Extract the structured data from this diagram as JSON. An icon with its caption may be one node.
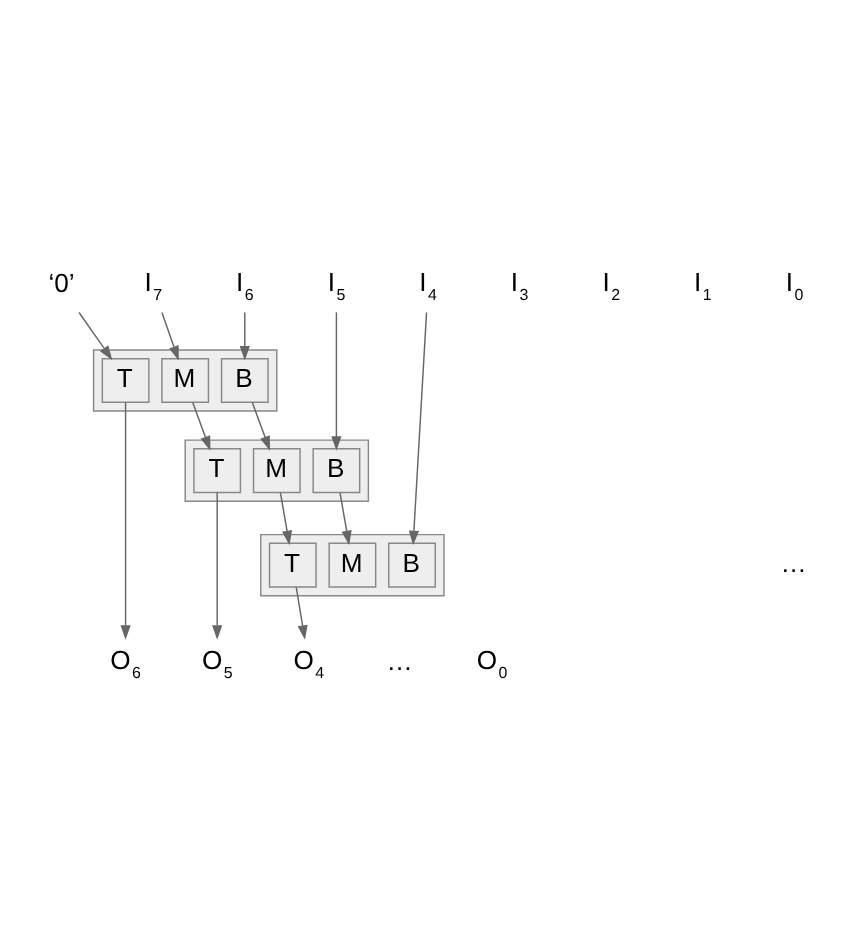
{
  "diagram": {
    "nodes": [
      {
        "text": [
          "‘0’"
        ]
      },
      {
        "text": [
          "I$_{7}$"
        ]
      },
      {
        "text": [
          "I$_{6}$"
        ]
      },
      {
        "text": [
          "I$_{5}$"
        ]
      },
      {
        "text": [
          "I$_{4}$"
        ]
      },
      {
        "text": [],
        "shape": "box"
      },
      {
        "text": [
          "T"
        ],
        "in": 5
      },
      {
        "text": [
          "M"
        ],
        "in": 5
      },
      {
        "text": [
          "B"
        ],
        "in": 5
      },
      {
        "text": [],
        "shape": "box"
      },
      {
        "text": [
          "T"
        ],
        "in": 9
      },
      {
        "text": [
          "M"
        ],
        "in": 9
      },
      {
        "text": [
          "B"
        ],
        "in": 9
      },
      {
        "text": [],
        "shape": "box"
      },
      {
        "text": [
          "T"
        ],
        "in": 13
      },
      {
        "text": [
          "M"
        ],
        "in": 13
      },
      {
        "text": [
          "B"
        ],
        "in": 13
      },
      {
        "text": [
          "O$_{6}$"
        ]
      },
      {
        "text": [
          "O$_{5}$"
        ]
      },
      {
        "text": [
          "O$_{4}$"
        ]
      }
    ],
    "edges": [
      {
        "from": 0,
        "to": 6,
        "arrow": "to"
      },
      {
        "from": 1,
        "to": 7,
        "arrow": "to"
      },
      {
        "from": 2,
        "to": 8,
        "arrow": "to"
      },
      {
        "from": 7,
        "to": 10,
        "arrow": "to"
      },
      {
        "from": 8,
        "to": 11,
        "arrow": "to"
      },
      {
        "from": 3,
        "to": 12,
        "arrow": "to"
      },
      {
        "from": 11,
        "to": 14,
        "arrow": "to"
      },
      {
        "from": 12,
        "to": 15,
        "arrow": "to"
      },
      {
        "from": 4,
        "to": 16,
        "arrow": "to"
      },
      {
        "from": 6,
        "to": 17,
        "arrow": "to"
      },
      {
        "from": 10,
        "to": 18,
        "arrow": "to"
      },
      {
        "from": 14,
        "to": 19,
        "arrow": "to"
      }
    ],
    "labels": [
      "I$_{3}$",
      "I$_{2}$",
      "I$_{1}$",
      "I$_{0}$",
      "…",
      "…",
      "O$_{0}$"
    ]
  }
}
